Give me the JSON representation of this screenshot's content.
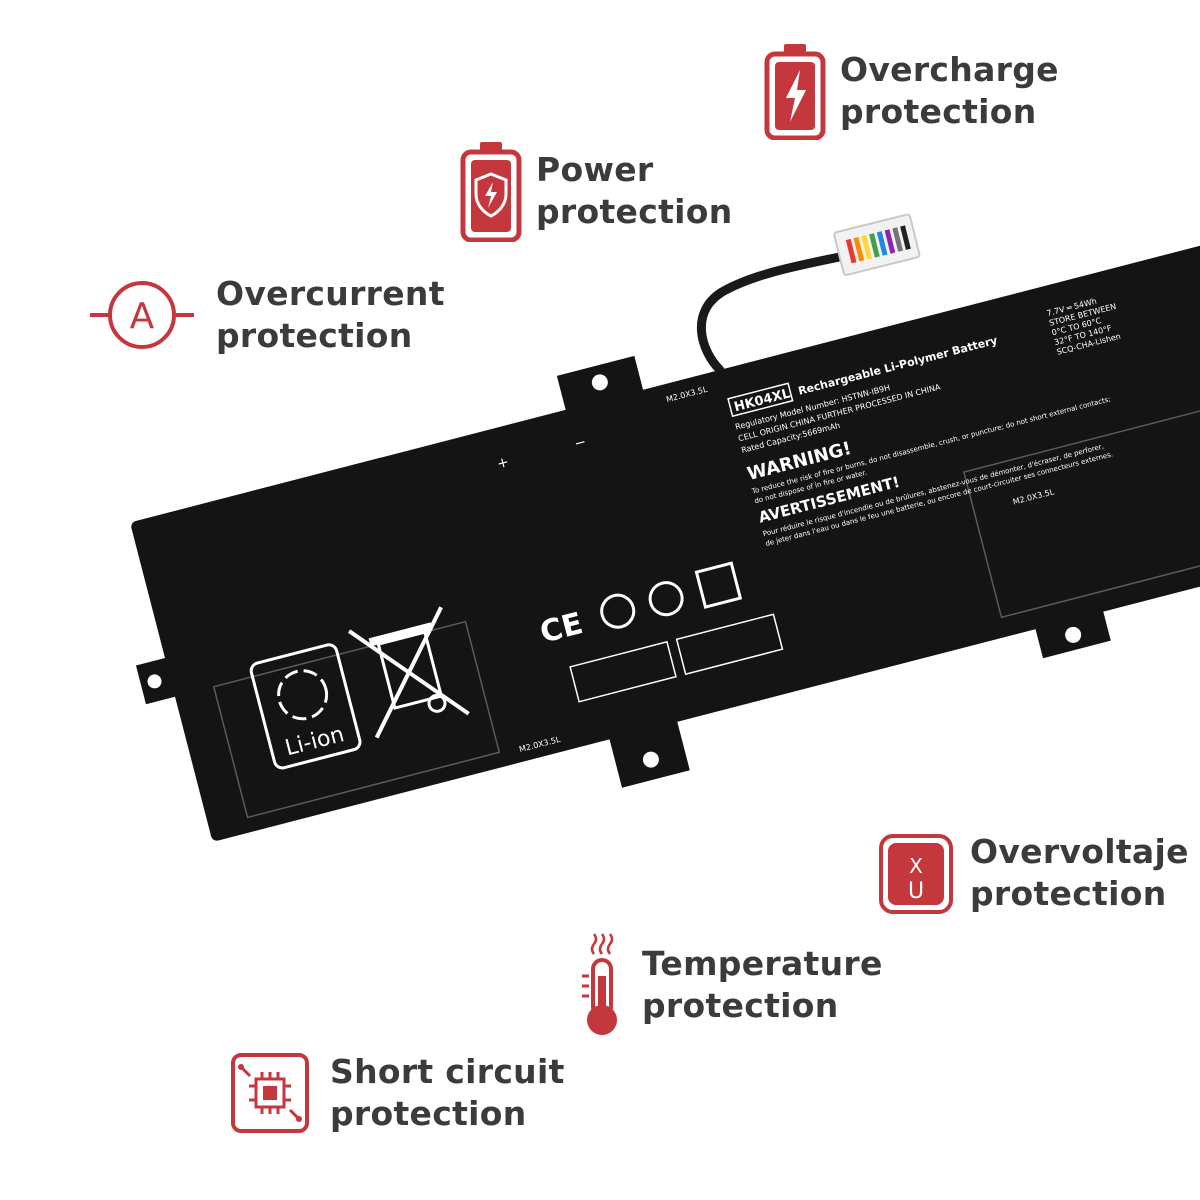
{
  "colors": {
    "accent": "#c4373c",
    "text": "#3b3b3b",
    "battery": "#121212"
  },
  "features": {
    "overcharge": {
      "line1": "Overcharge",
      "line2": "protection",
      "icon": "battery-bolt-icon"
    },
    "power": {
      "line1": "Power",
      "line2": "protection",
      "icon": "battery-shield-icon"
    },
    "overcurrent": {
      "line1": "Overcurrent",
      "line2": "protection",
      "icon": "ampere-icon"
    },
    "overvoltage": {
      "line1": "Overvoltaje",
      "line2": "protection",
      "icon": "voltage-icon"
    },
    "temperature": {
      "line1": "Temperature",
      "line2": "protection",
      "icon": "thermometer-icon"
    },
    "short_circuit": {
      "line1": "Short circuit",
      "line2": "protection",
      "icon": "chip-icon"
    }
  },
  "icon_letters": {
    "ampere": "A",
    "voltage_top": "X",
    "voltage_bottom": "U"
  },
  "battery": {
    "model": "HK04XL",
    "type": "Rechargeable Li-Polymer Battery",
    "regulatory": "Regulatory Model Number: HSTNN-IB9H",
    "origin": "CELL ORIGIN CHINA FURTHER PROCESSED IN CHINA",
    "capacity": "Rated Capacity:5669mAh",
    "rating": "7.7V ═ 54Wh",
    "store_line1": "STORE BETWEEN",
    "store_line2": "0°C TO 60°C",
    "store_line3": "32°F TO 140°F",
    "maker": "SCQ-CHA-Lishen",
    "warning": "WARNING!",
    "warning_line1": "To reduce the risk of fire or burns, do not disassemble, crush, or puncture; do not short external contacts;",
    "warning_line2": "do not dispose of in fire or water.",
    "avertissement": "AVERTISSEMENT!",
    "avert_line1": "Pour réduire le risque d'incendie ou de brûlures, abstenez-vous de démonter, d'écraser, de perforer,",
    "avert_line2": "de jeter dans l'eau ou dans le feu une batterie, ou encore de court-circuiter ses connecteurs externes.",
    "screw_label": "M2.0X3.5L",
    "li_ion": "Li-ion",
    "ce": "CE",
    "plus": "+",
    "minus": "−"
  }
}
